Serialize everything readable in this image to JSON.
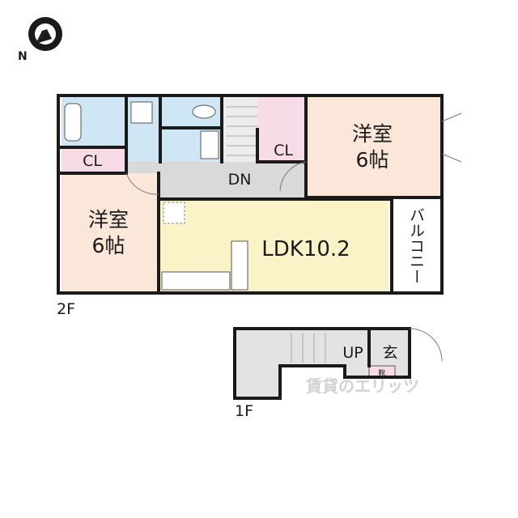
{
  "compass": {
    "north_label": "N",
    "icon": "compass-icon"
  },
  "floor2": {
    "floor_label": "2F",
    "rooms": {
      "western_right_name": "洋室",
      "western_right_size": "6帖",
      "western_left_name": "洋室",
      "western_left_size": "6帖",
      "ldk": "LDK10.2",
      "closet_left": "CL",
      "closet_right": "CL",
      "stairs_down": "DN",
      "balcony": "バルコニー"
    }
  },
  "floor1": {
    "floor_label": "1F",
    "stairs_up": "UP",
    "entrance": "玄",
    "shoe_box": "靴"
  },
  "watermark": {
    "text": "賃貸のエリッツ"
  },
  "colors": {
    "wall": "#1a1a1a",
    "bedroom": "#fbe6da",
    "ldk": "#fbf3c8",
    "water": "#cfe6f5",
    "closet": "#f7dbe6",
    "hall": "#d9d9d9",
    "stair": "#ececec",
    "balcony": "#ffffff"
  }
}
